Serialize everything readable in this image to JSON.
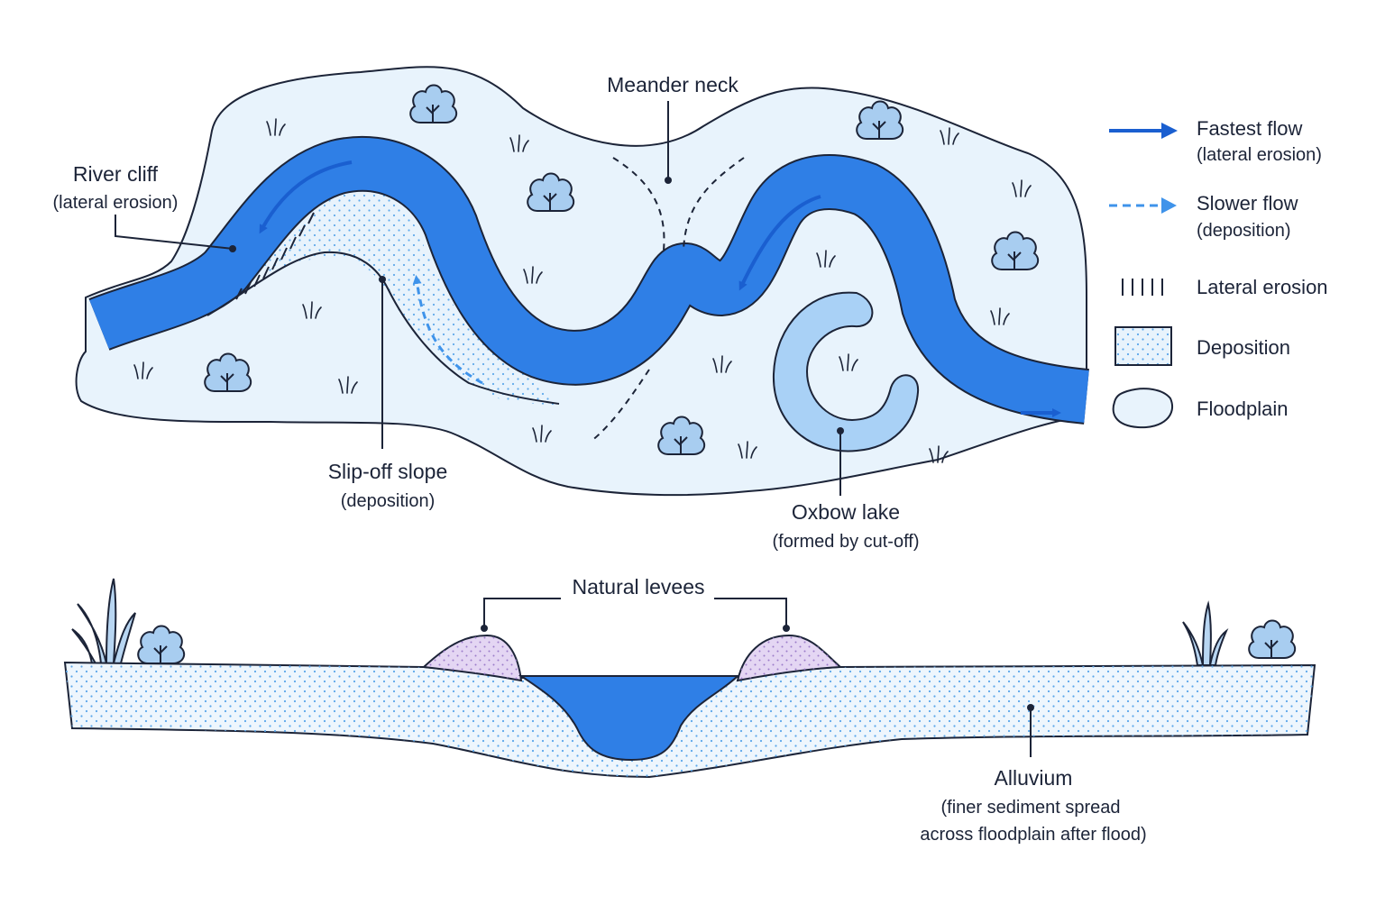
{
  "labels": {
    "meander_neck": "Meander neck",
    "river_cliff": "River cliff",
    "river_cliff_sub": "(lateral erosion)",
    "slip_off": "Slip-off slope",
    "slip_off_sub": "(deposition)",
    "oxbow": "Oxbow lake",
    "oxbow_sub": "(formed by cut-off)",
    "levees": "Natural levees",
    "alluvium": "Alluvium",
    "alluvium_sub1": "(finer sediment spread",
    "alluvium_sub2": "across floodplain after flood)"
  },
  "legend": {
    "items": [
      {
        "key": "fastest",
        "line1": "Fastest flow",
        "line2": "(lateral erosion)",
        "icon": "solid-arrow-icon"
      },
      {
        "key": "slower",
        "line1": "Slower flow",
        "line2": "(deposition)",
        "icon": "dashed-arrow-icon"
      },
      {
        "key": "lateral",
        "line1": "Lateral erosion",
        "line2": "",
        "icon": "hatch-icon"
      },
      {
        "key": "deposition",
        "line1": "Deposition",
        "line2": "",
        "icon": "dotted-box-icon"
      },
      {
        "key": "floodplain",
        "line1": "Floodplain",
        "line2": "",
        "icon": "blob-icon"
      }
    ]
  },
  "colors": {
    "floodplain": "#e8f3fc",
    "river": "#2f7fe6",
    "river_dark": "#1a5fd0",
    "oxbow": "#a9d1f6",
    "levee": "#e4d6f3",
    "outline": "#1c2438",
    "tree": "#a8cdf0"
  }
}
